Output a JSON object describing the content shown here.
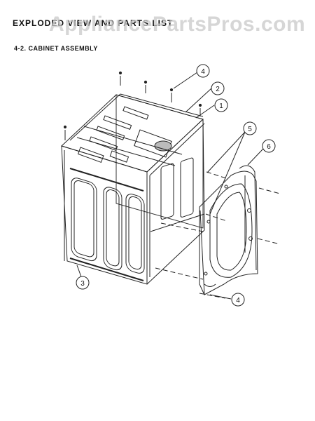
{
  "header": {
    "title": "EXPLODED VIEW AND PARTS LIST"
  },
  "section": {
    "title": "4-2. CABINET  ASSEMBLY"
  },
  "watermark": {
    "text": "AppliancePartsPros.com"
  },
  "callouts": [
    {
      "id": "c1",
      "label": "1"
    },
    {
      "id": "c2",
      "label": "2"
    },
    {
      "id": "c3",
      "label": "3"
    },
    {
      "id": "c4a",
      "label": "4"
    },
    {
      "id": "c4b",
      "label": "4"
    },
    {
      "id": "c5",
      "label": "5"
    },
    {
      "id": "c6",
      "label": "6"
    }
  ]
}
